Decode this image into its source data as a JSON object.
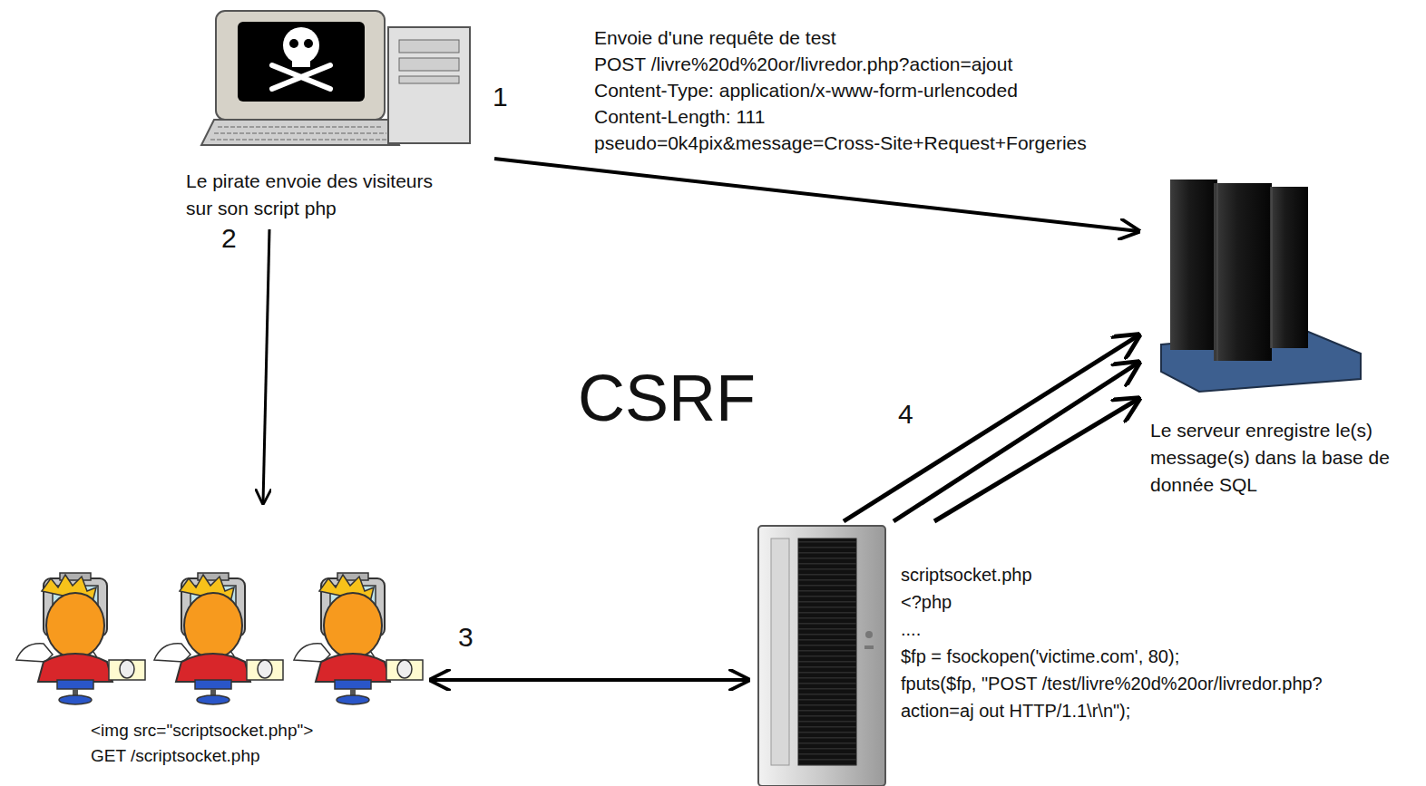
{
  "diagram": {
    "nodes": [
      {
        "text": [
          "Le pirate envoie des visiteurs sur son script php"
        ]
      },
      {
        "text": [
          "Le serveur enregistre le(s) message(s) dans la base de donnée SQL"
        ]
      },
      {
        "text": [
          "<img src=\"scriptsocket.php\">",
          "GET /scriptsocket.php"
        ]
      },
      {
        "text": [
          "scriptsocket.php",
          "<?php",
          "....",
          "$fp = fsockopen('victime.com', 80);",
          "fputs($fp, \"POST /test/livre%20d%20or/livredor.php?action=aj out HTTP/1.1\\r\\n\");"
        ]
      }
    ],
    "edges": [
      {
        "from": 0,
        "to": 1,
        "arrow": "to"
      },
      {
        "from": 0,
        "to": 2,
        "arrow": "to"
      },
      {
        "from": 2,
        "to": 3,
        "arrow": "both"
      },
      {
        "from": 3,
        "to": 1,
        "arrow": "to"
      },
      {
        "from": 3,
        "to": 1,
        "arrow": "to"
      },
      {
        "from": 3,
        "to": 1,
        "arrow": "to"
      }
    ],
    "labels": [
      "Envoie d'une requête de test",
      "POST /livre%20d%20or/livredor.php?action=ajout",
      "Content-Type: application/x-www-form-urlencoded",
      "Content-Length: 111",
      "pseudo=0k4pix&message=Cross-Site+Request+Forgeries",
      "1",
      "2",
      "CSRF",
      "4",
      "3"
    ]
  }
}
